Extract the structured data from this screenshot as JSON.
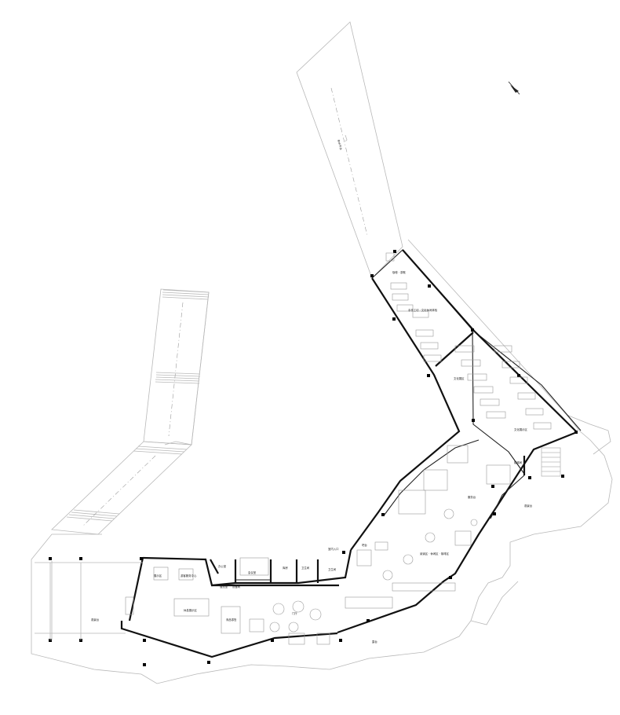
{
  "plan": {
    "north_arrow_icon": "north-arrow-icon",
    "room_labels": [
      {
        "id": "room-pier-platform",
        "text": "亲水平台"
      },
      {
        "id": "room-north-1",
        "text": "咖啡 · 茶歇"
      },
      {
        "id": "room-north-2",
        "text": "手作工坊 · 文化休闲体验"
      },
      {
        "id": "room-north-3",
        "text": "文化展区"
      },
      {
        "id": "room-north-4",
        "text": "文化展示区"
      },
      {
        "id": "room-stair",
        "text": "楼梯间"
      },
      {
        "id": "room-service",
        "text": "服务台"
      },
      {
        "id": "room-lounge",
        "text": "阅读区 · 休闲区 · 咖啡区"
      },
      {
        "id": "room-bar",
        "text": "吧台"
      },
      {
        "id": "room-entrance-hall",
        "text": "室内入口"
      },
      {
        "id": "room-office-1",
        "text": "办公室"
      },
      {
        "id": "room-office-2",
        "text": "值班室"
      },
      {
        "id": "room-meeting",
        "text": "会议室"
      },
      {
        "id": "room-storage-1",
        "text": "库房"
      },
      {
        "id": "room-storage-2",
        "text": "设备间"
      },
      {
        "id": "room-toilet-1",
        "text": "卫生间"
      },
      {
        "id": "room-toilet-2",
        "text": "卫生间"
      },
      {
        "id": "room-lobby",
        "text": "门厅"
      },
      {
        "id": "room-west-1",
        "text": "展示区"
      },
      {
        "id": "room-west-2",
        "text": "游客服务中心"
      },
      {
        "id": "room-west-3",
        "text": "休息展示区"
      },
      {
        "id": "room-west-4",
        "text": "商品零售"
      },
      {
        "id": "room-terrace",
        "text": "观景台"
      },
      {
        "id": "room-bottom",
        "text": "露台"
      },
      {
        "id": "room-east-terrace",
        "text": "观景台"
      }
    ]
  }
}
